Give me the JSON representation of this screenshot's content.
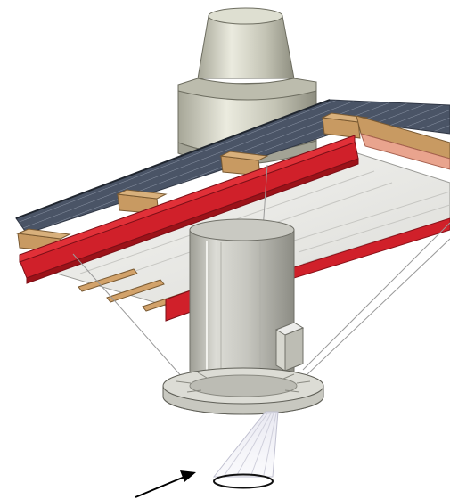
{
  "figure": {
    "components": [
      "chimney-cap",
      "roof-rafters",
      "red-steel-beam",
      "ceiling-panel",
      "vertical-duct",
      "junction-box",
      "support-wires",
      "duct-flange",
      "spray-cone",
      "target-ring",
      "pointer-arrow"
    ],
    "colors": {
      "steel_red": "#d0202a",
      "timber": "#c89a62",
      "roof_slate": "#4a5466",
      "metal": "#cfcfc2",
      "ceiling": "#ecebe8"
    }
  }
}
